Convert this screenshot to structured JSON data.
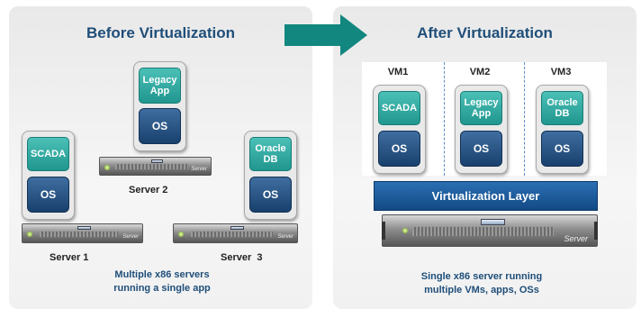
{
  "left_panel": {
    "title": "Before Virtualization",
    "caption_line1": "Multiple x86 servers",
    "caption_line2": "running a single app",
    "server1_label": "Server 1",
    "server2_label": "Server 2",
    "server3_label": "Server  3",
    "stack_scada": {
      "app": "SCADA",
      "os": "OS"
    },
    "stack_legacy": {
      "app_line1": "Legacy",
      "app_line2": "App",
      "os": "OS"
    },
    "stack_oracle": {
      "app_line1": "Oracle",
      "app_line2": "DB",
      "os": "OS"
    }
  },
  "right_panel": {
    "title": "After Virtualization",
    "vm1_label": "VM1",
    "vm2_label": "VM2",
    "vm3_label": "VM3",
    "vm1": {
      "app": "SCADA",
      "os": "OS"
    },
    "vm2": {
      "app_line1": "Legacy",
      "app_line2": "App",
      "os": "OS"
    },
    "vm3": {
      "app_line1": "Oracle",
      "app_line2": "DB",
      "os": "OS"
    },
    "virtualization_layer": "Virtualization Layer",
    "caption_line1": "Single x86 server running",
    "caption_line2": "multiple VMs, apps, OSs"
  },
  "server_brand": "Server",
  "colors": {
    "arrow": "#12877f",
    "title": "#1f4e79",
    "app": "#2aa79e",
    "os": "#1f4b7c",
    "layer": "#1c5a9c"
  }
}
